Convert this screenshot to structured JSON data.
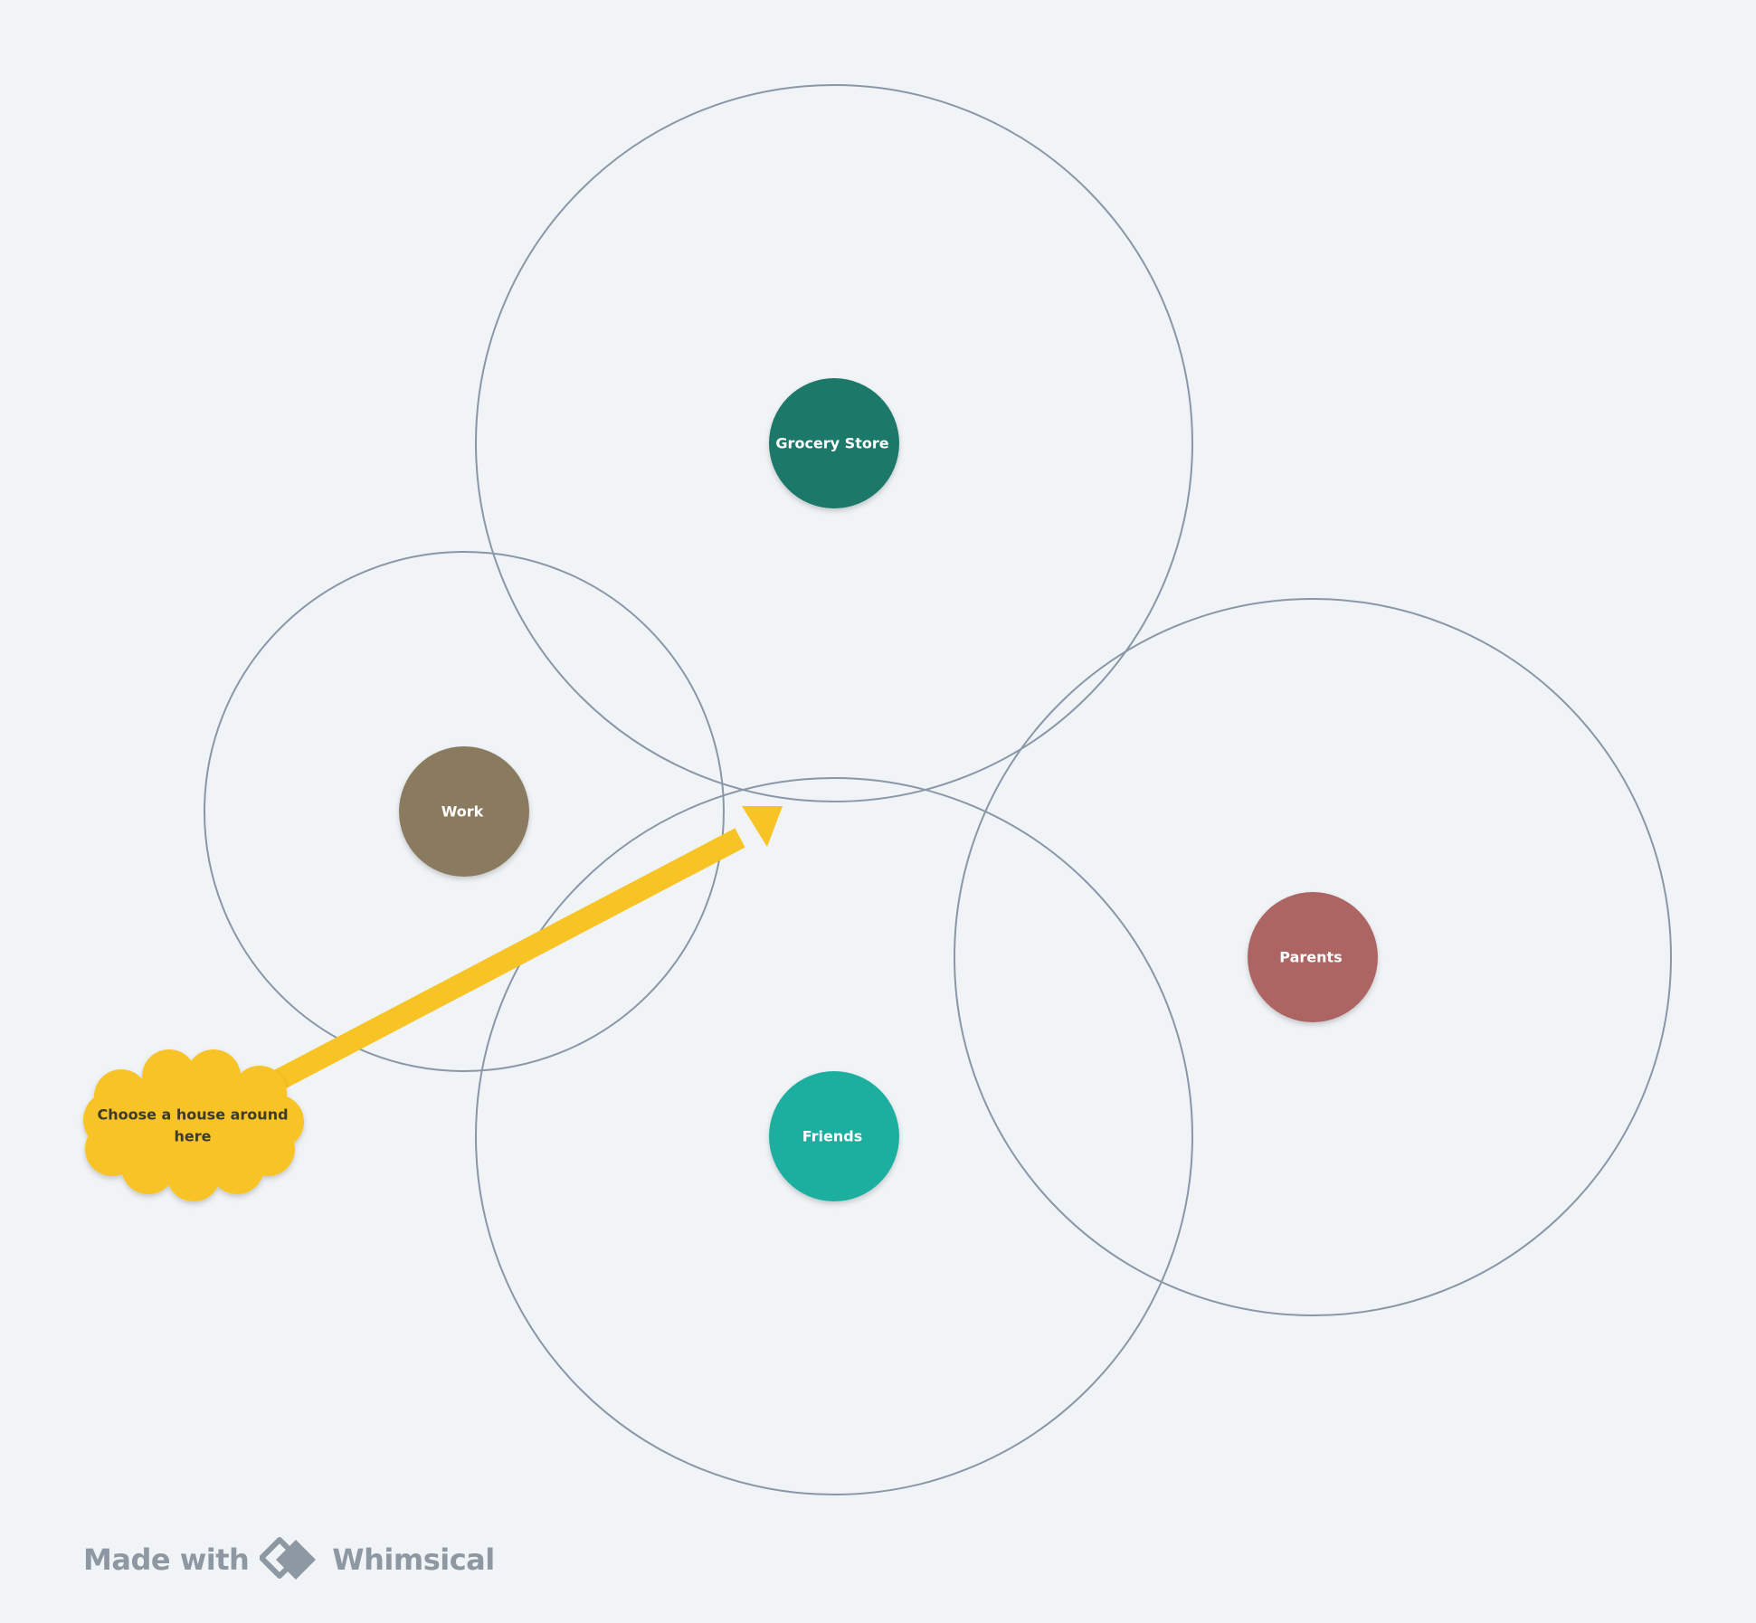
{
  "diagram": {
    "nodes": [
      {
        "id": "grocery",
        "label": "Grocery Store",
        "color": "#1f7869"
      },
      {
        "id": "work",
        "label": "Work",
        "color": "#8a7a5e"
      },
      {
        "id": "parents",
        "label": "Parents",
        "color": "#ad6564"
      },
      {
        "id": "friends",
        "label": "Friends",
        "color": "#1aae9f"
      }
    ],
    "callout": {
      "line1": "Choose a house around",
      "line2": "here",
      "color": "#f7c325"
    },
    "ring_color": "#8a97a7"
  },
  "watermark": {
    "prefix": "Made with",
    "brand": "Whimsical",
    "icon": "whimsical-logo-icon"
  }
}
